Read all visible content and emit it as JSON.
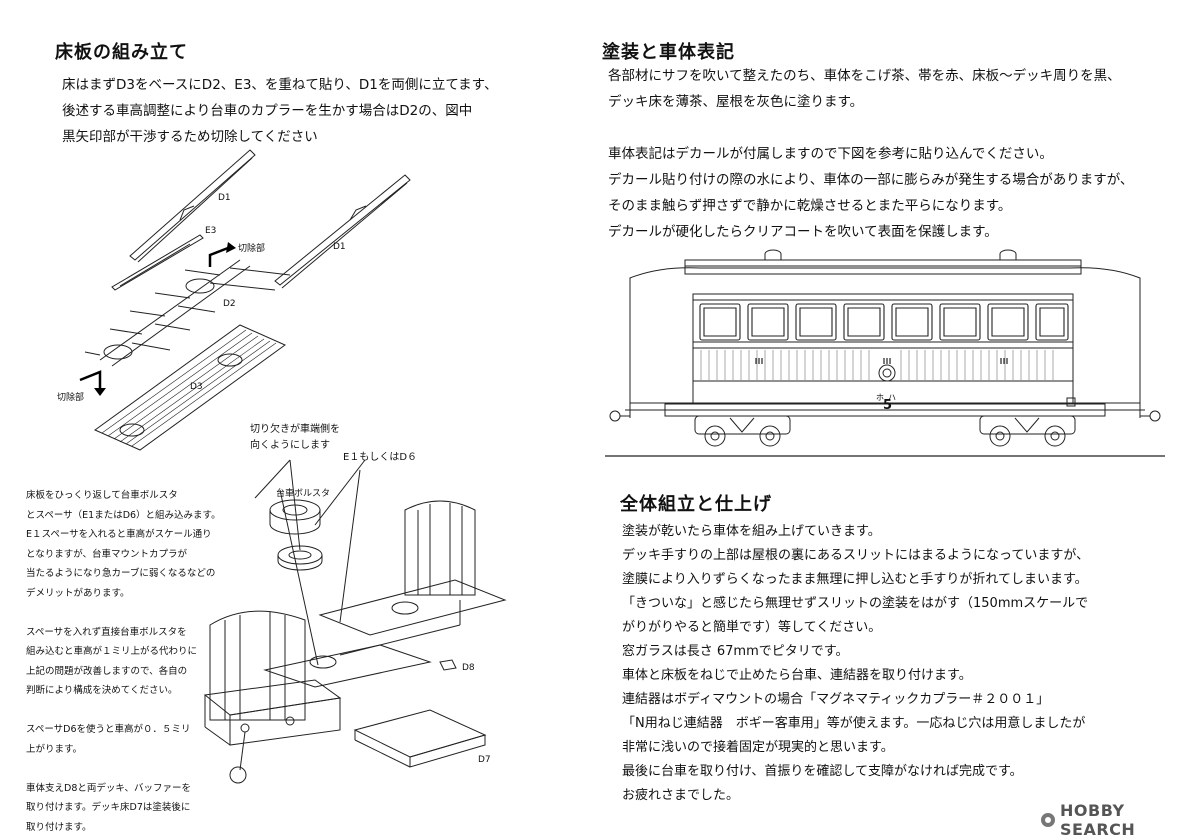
{
  "left": {
    "floor_title": "床板の組み立て",
    "floor_text": [
      "床はまずD3をベースにD2、E3、を重ねて貼り、D1を両側に立てます、",
      "後述する車高調整により台車のカプラーを生かす場合はD2の、図中",
      "黒矢印部が干渉するため切除してください"
    ],
    "diagram1_labels": {
      "d1a": "D1",
      "e3": "E3",
      "cut1": "切除部",
      "d1b": "D1",
      "d2": "D2",
      "d3": "D3",
      "cut2": "切除部"
    },
    "diagram2_labels": {
      "notch_note_line1": "切り欠きが車端側を",
      "notch_note_line2": "向くようにします",
      "e1d6": "E１もしくはD６",
      "bolster": "台車ボルスタ",
      "d8": "D8",
      "d7": "D7"
    },
    "bolster_text": [
      "床板をひっくり返して台車ボルスタ",
      "とスペーサ（E1またはD6）と組み込みます。",
      "E１スペーサを入れると車高がスケール通り",
      "となりますが、台車マウントカプラが",
      "当たるようになり急カーブに弱くなるなどの",
      "デメリットがあります。",
      "",
      "スペーサを入れず直接台車ボルスタを",
      "組み込むと車高が１ミリ上がる代わりに",
      "上記の問題が改善しますので、各自の",
      "判断により構成を決めてください。",
      "",
      "スペーサD6を使うと車高が０．５ミリ",
      "上がります。",
      "",
      "車体支えD8と両デッキ、バッファーを",
      "取り付けます。デッキ床D7は塗装後に",
      "取り付けます。"
    ]
  },
  "right": {
    "paint_title": "塗装と車体表記",
    "paint_text": [
      "各部材にサフを吹いて整えたのち、車体をこげ茶、帯を赤、床板～デッキ周りを黒、",
      "デッキ床を薄茶、屋根を灰色に塗ります。",
      "",
      "車体表記はデカールが付属しますので下図を参考に貼り込んでください。",
      "デカール貼り付けの際の水により、車体の一部に膨らみが発生する場合がありますが、",
      "そのまま触らず押さずで静かに乾燥させるとまた平らになります。",
      "デカールが硬化したらクリアコートを吹いて表面を保護します。"
    ],
    "car_markings": {
      "kana": "ホハ",
      "number": "5"
    },
    "assembly_title": "全体組立と仕上げ",
    "assembly_text": [
      "塗装が乾いたら車体を組み上げていきます。",
      "デッキ手すりの上部は屋根の裏にあるスリットにはまるようになっていますが、",
      "塗膜により入りずらくなったまま無理に押し込むと手すりが折れてしまいます。",
      "「きついな」と感じたら無理せずスリットの塗装をはがす（150mmスケールで",
      "がりがりやると簡単です）等してください。",
      "窓ガラスは長さ 67mmでピタリです。",
      "車体と床板をねじで止めたら台車、連結器を取り付けます。",
      "連結器はボディマウントの場合「マグネマティックカプラー＃２００１」",
      "「N用ねじ連結器　ボギー客車用」等が使えます。一応ねじ穴は用意しましたが",
      "非常に浅いので接着固定が現実的と思います。",
      "最後に台車を取り付け、首振りを確認して支障がなければ完成です。",
      "お疲れさまでした。"
    ]
  },
  "watermark": {
    "text": "HOBBY SEARCH",
    "icon": "hobbysearch-logo-icon"
  }
}
